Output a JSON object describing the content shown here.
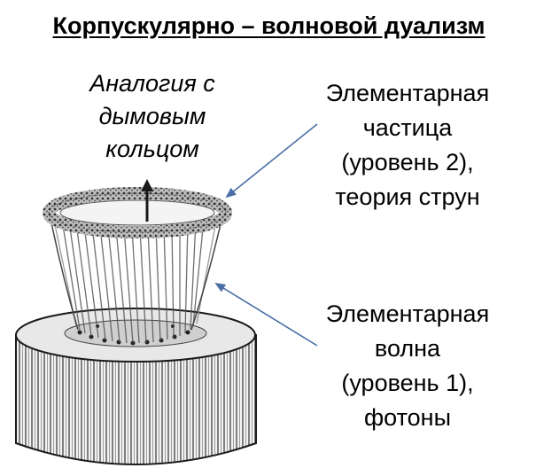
{
  "title": "Корпускулярно – волновой дуализм",
  "analogy_lines": [
    "Аналогия с",
    "дымовым",
    "кольцом"
  ],
  "particle_label_lines": [
    "Элементарная",
    "частица",
    "(уровень 2),",
    "теория струн"
  ],
  "wave_label_lines": [
    "Элементарная",
    "волна",
    "(уровень 1),",
    "фотоны"
  ],
  "colors": {
    "arrow": "#4a6fa5",
    "ink": "#1a1a1a"
  }
}
